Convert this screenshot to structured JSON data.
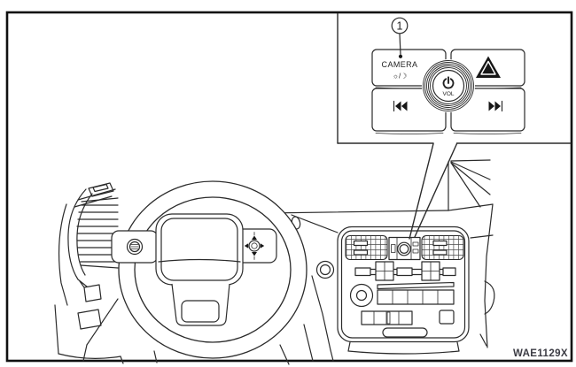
{
  "figure": {
    "code_label": "WAE1129X",
    "colors": {
      "line": "#2b2b2b",
      "background": "#ffffff",
      "hazard_fill": "#161616"
    },
    "callout": {
      "ref_number": "1",
      "camera_button": {
        "label": "CAMERA",
        "sublabel": "☼/☽",
        "icon": "camera-day-night-button"
      },
      "hazard_button": {
        "icon": "hazard-warning-triangle-icon"
      },
      "volume_knob": {
        "label": "VOL",
        "icon": "power-icon"
      },
      "seek_back_button": {
        "icon": "seek-previous-icon"
      },
      "seek_forward_button": {
        "icon": "seek-next-icon"
      }
    }
  }
}
